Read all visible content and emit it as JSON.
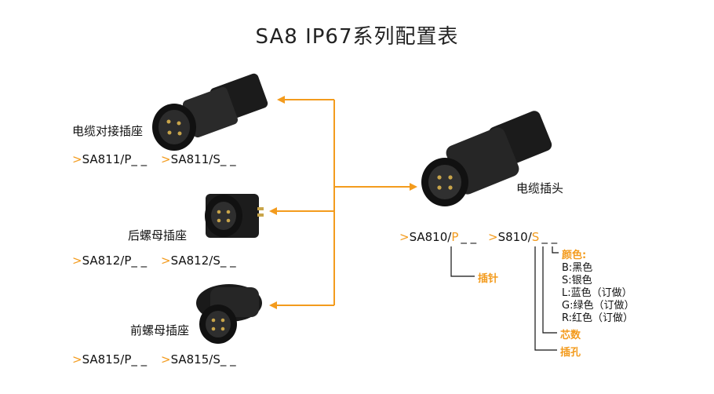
{
  "title": "SA8 IP67系列配置表",
  "accent_color": "#f39b1d",
  "receptacles": [
    {
      "name": "电缆对接插座",
      "prefix": ">",
      "model_p": "SA811/P_ _",
      "model_s": "SA811/S_ _",
      "image": "cable-receptacle-connector-image"
    },
    {
      "name": "后螺母插座",
      "prefix": ">",
      "model_p": "SA812/P_ _",
      "model_s": "SA812/S_ _",
      "image": "rear-nut-socket-image"
    },
    {
      "name": "前螺母插座",
      "prefix": ">",
      "model_p": "SA815/P_ _",
      "model_s": "SA815/S_ _",
      "image": "front-nut-socket-image"
    }
  ],
  "plug": {
    "name": "电缆插头",
    "prefix": ">",
    "model_p_base": "SA810/",
    "model_p_code": "P",
    "model_p_suffix": "_ _",
    "model_s_base": "S810/",
    "model_s_code": "S",
    "model_s_suffix": "_ _",
    "image": "cable-plug-connector-image"
  },
  "labels": {
    "pin": "插针",
    "color_title": "颜色:",
    "colors": [
      "B:黑色",
      "S:银色",
      "L:蓝色（订做）",
      "G:绿色（订做）",
      "R:红色（订做）"
    ],
    "core_count": "芯数",
    "socket_hole": "插孔"
  }
}
